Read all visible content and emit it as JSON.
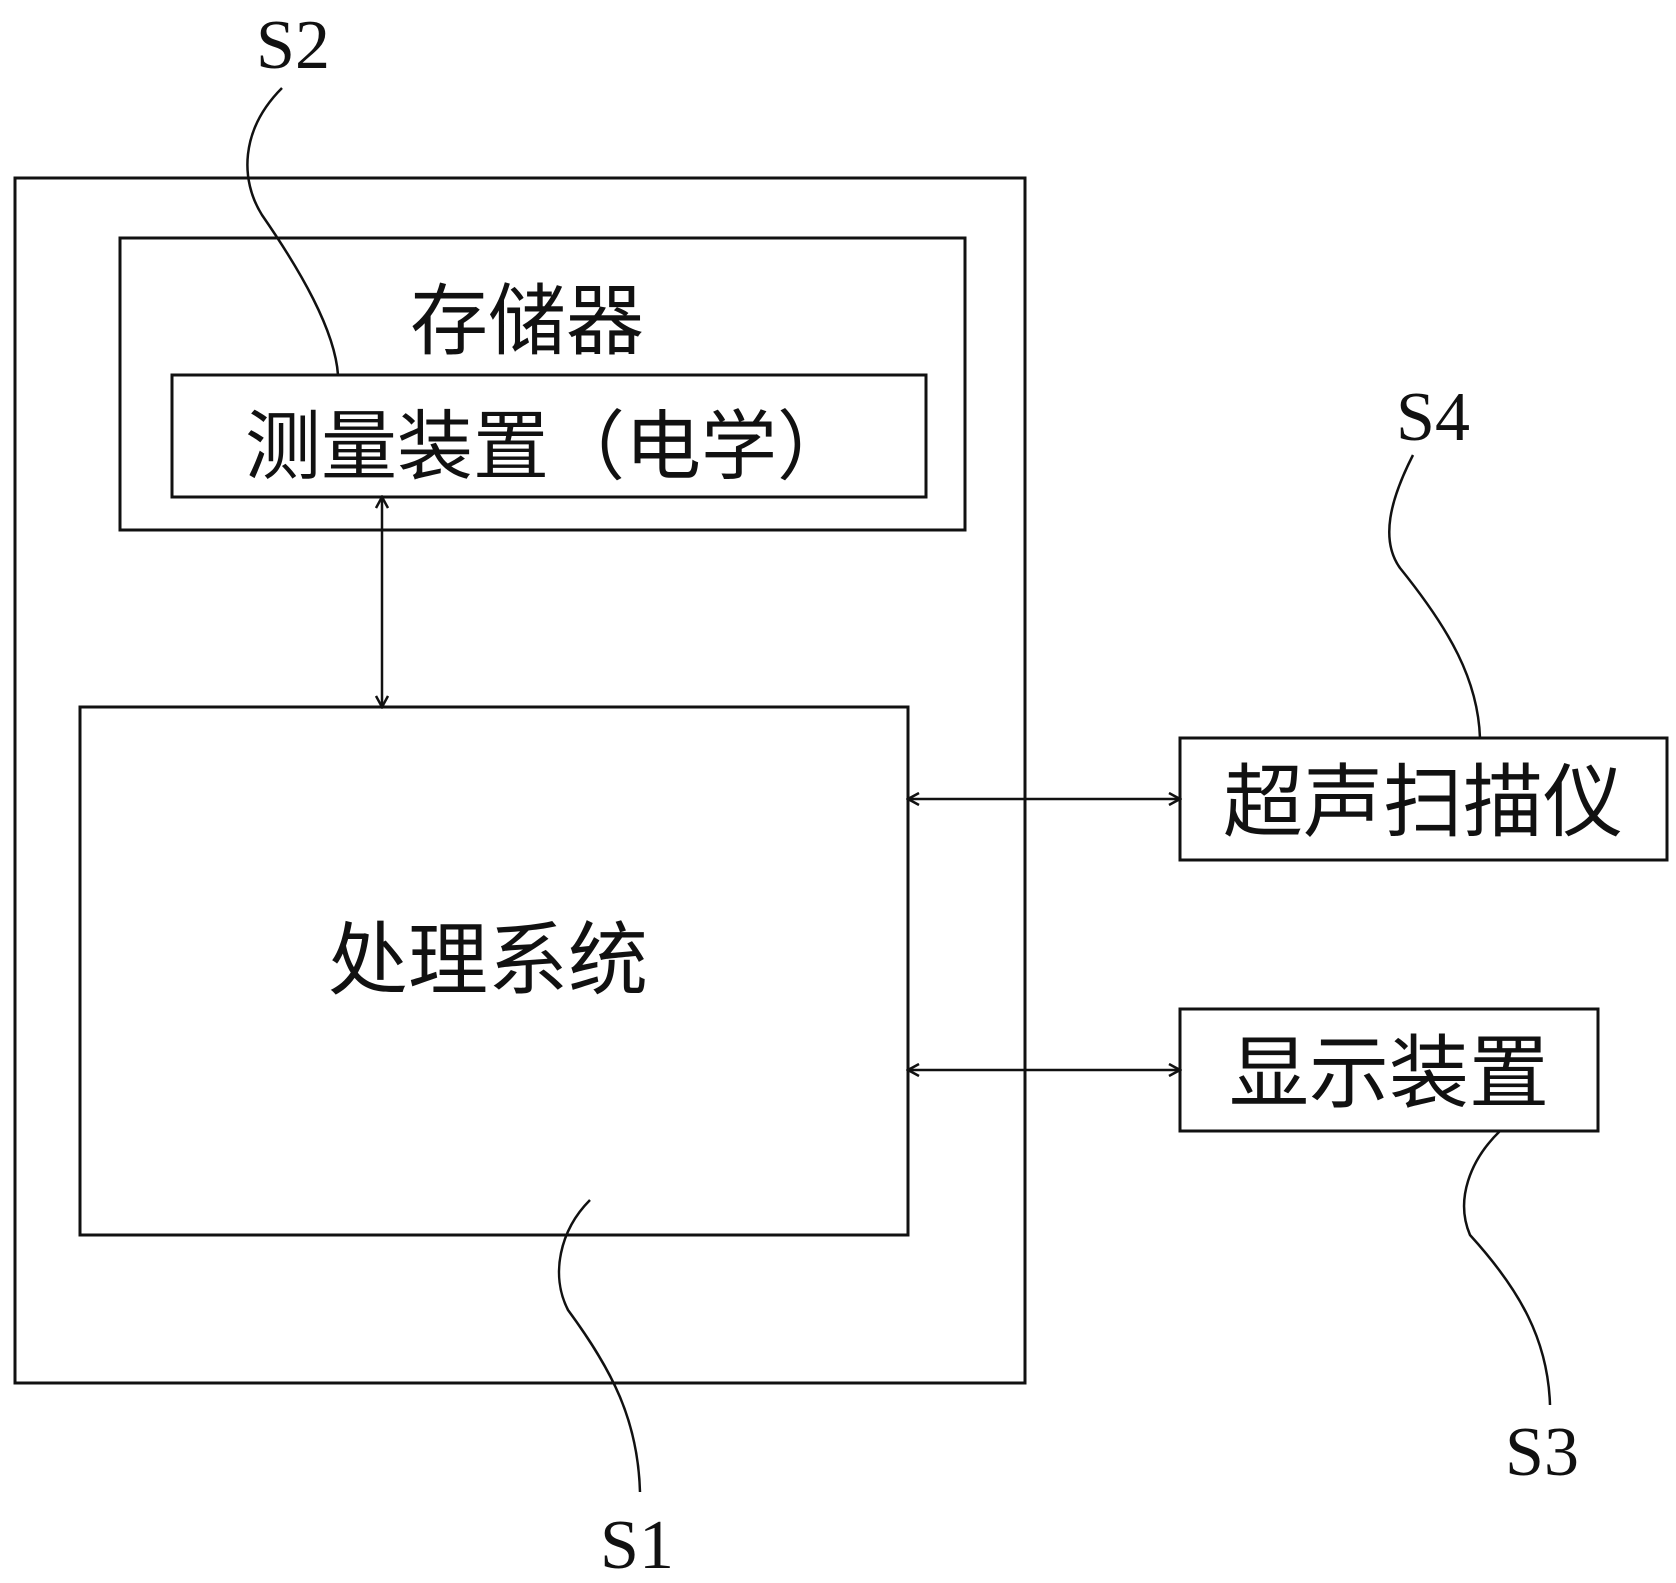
{
  "blocks": {
    "memory": "存储器",
    "measurement_device": "测量装置（电学）",
    "processing_system": "处理系统",
    "ultrasound_scanner": "超声扫描仪",
    "display_device": "显示装置"
  },
  "reference_labels": {
    "s1": "S1",
    "s2": "S2",
    "s3": "S3",
    "s4": "S4"
  },
  "connections": [
    {
      "from": "measurement_device",
      "to": "processing_system",
      "arrows": "both"
    },
    {
      "from": "processing_system",
      "to": "ultrasound_scanner",
      "arrows": "both"
    },
    {
      "from": "processing_system",
      "to": "display_device",
      "arrows": "both"
    }
  ]
}
